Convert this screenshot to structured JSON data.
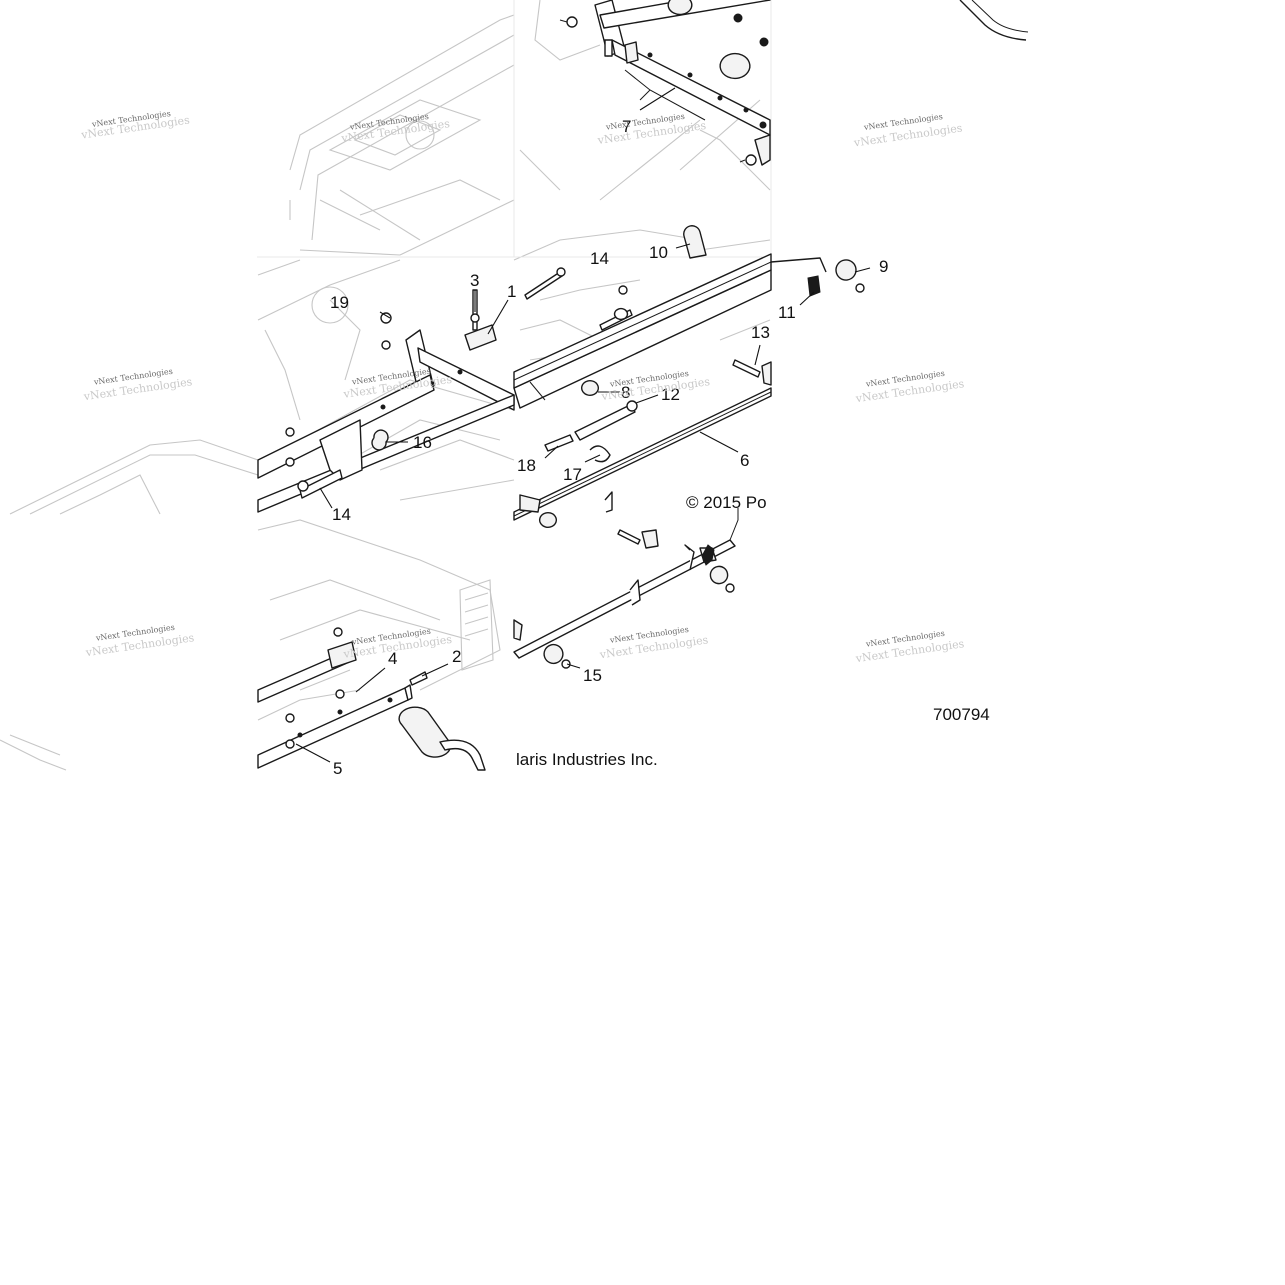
{
  "diagram": {
    "figure_number": "700794",
    "copyright_top": "© 2015 Po",
    "copyright_bottom": "laris Industries Inc.",
    "watermark": "vNext Technologies",
    "callouts": {
      "c1": "1",
      "c2": "2",
      "c3": "3",
      "c4": "4",
      "c5": "5",
      "c6": "6",
      "c7": "7",
      "c8": "8",
      "c9": "9",
      "c10": "10",
      "c11": "11",
      "c12": "12",
      "c13": "13",
      "c14a": "14",
      "c14b": "14",
      "c15": "15",
      "c16": "16",
      "c17": "17",
      "c18": "18",
      "c19": "19"
    }
  }
}
